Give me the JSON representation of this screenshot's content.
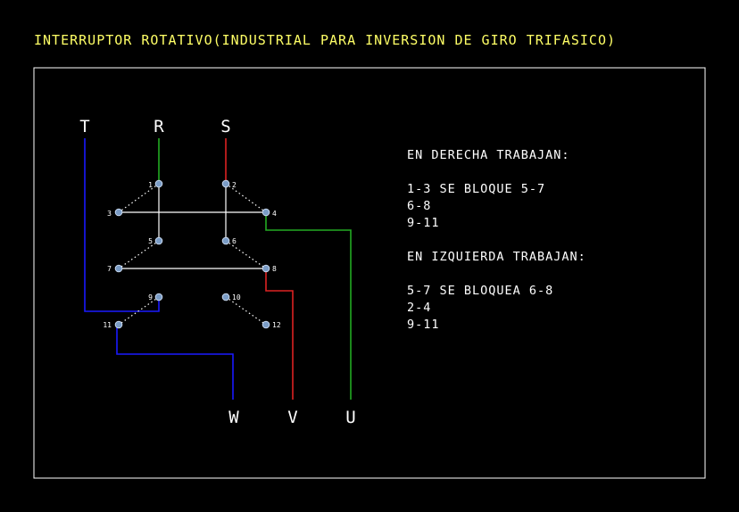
{
  "title": "INTERRUPTOR ROTATIVO(INDUSTRIAL PARA INVERSION DE GIRO TRIFASICO)",
  "inputs": {
    "t": "T",
    "r": "R",
    "s": "S"
  },
  "outputs": {
    "w": "W",
    "v": "V",
    "u": "U"
  },
  "terminals": {
    "t1": "1",
    "t2": "2",
    "t3": "3",
    "t4": "4",
    "t5": "5",
    "t6": "6",
    "t7": "7",
    "t8": "8",
    "t9": "9",
    "t10": "10",
    "t11": "11",
    "t12": "12"
  },
  "notes": {
    "right_heading": "EN DERECHA TRABAJAN:",
    "right_lines": [
      "1-3 SE BLOQUE 5-7",
      "6-8",
      "9-11"
    ],
    "left_heading": "EN IZQUIERDA TRABAJAN:",
    "left_lines": [
      "5-7 SE BLOQUEA 6-8",
      "2-4",
      "9-11"
    ]
  },
  "colors": {
    "background": "#000000",
    "title": "#ffff66",
    "phase_t_blue": "#1a1aff",
    "phase_r_green": "#22aa22",
    "phase_s_red": "#dd2222",
    "terminal": "#7a9cc6"
  }
}
